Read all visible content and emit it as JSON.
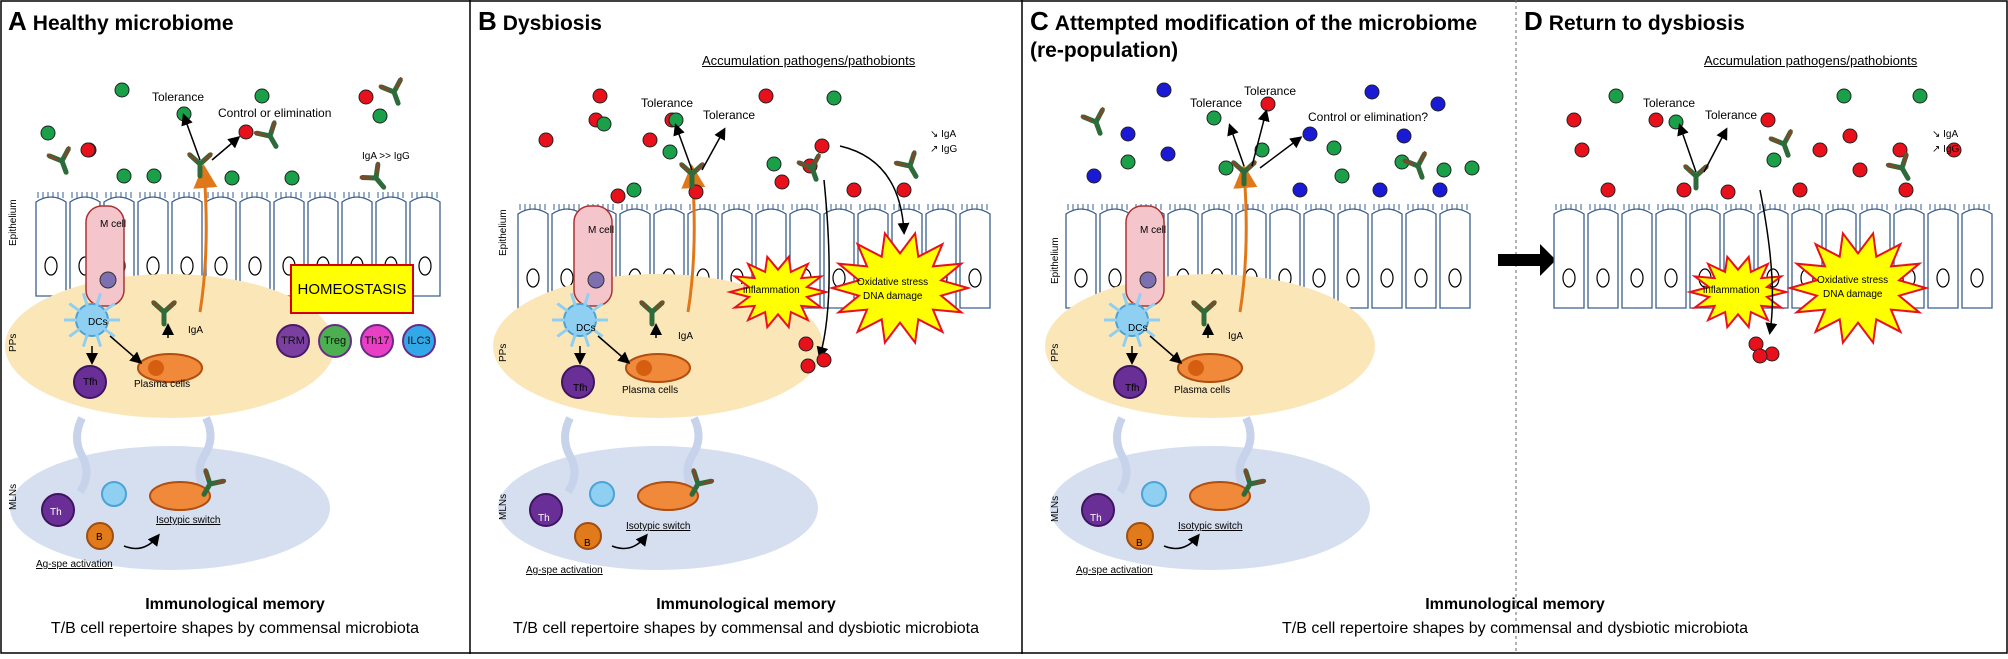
{
  "panels": {
    "a": {
      "letter": "A",
      "title": "Healthy microbiome"
    },
    "b": {
      "letter": "B",
      "title": "Dysbiosis",
      "accumulation": "Accumulation pathogens/pathobionts"
    },
    "c": {
      "letter": "C",
      "title": "Attempted modification of the microbiome",
      "title2": "(re-population)"
    },
    "d": {
      "letter": "D",
      "title": "Return to dysbiosis",
      "accumulation": "Accumulation pathogens/pathobionts"
    }
  },
  "labels": {
    "tolerance": "Tolerance",
    "control": "Control or elimination",
    "control_q": "Control or elimination?",
    "iga_igg": "IgA >> IgG",
    "iga_down": "↘ IgA",
    "igg_up": "↗ IgG",
    "epithelium": "Epithelium",
    "pps": "PPs",
    "mlns": "MLNs",
    "m_cell": "M cell",
    "dcs": "DCs",
    "iga": "IgA",
    "tfh": "Tfh",
    "plasma": "Plasma cells",
    "th": "Th",
    "b": "B",
    "isotypic": "Isotypic switch",
    "ag_spe": "Ag-spe activation",
    "homeostasis": "HOMEOSTASIS",
    "trm": "TRM",
    "treg": "Treg",
    "th17": "Th17",
    "ilc3": "ILC3",
    "inflammation": "inflammation",
    "oxidative": "Oxidative stress",
    "dna": "DNA damage"
  },
  "memory": {
    "title": "Immunological memory",
    "sub_a": "T/B cell repertoire shapes by commensal microbiota",
    "sub_b": "T/B cell repertoire shapes by commensal and dysbiotic microbiota",
    "sub_cd": "T/B cell repertoire shapes by commensal and dysbiotic microbiota"
  },
  "colors": {
    "red": "#e8101b",
    "green": "#1aa049",
    "blue": "#1a1ad6",
    "pp": "#fbe6b8",
    "mln": "#d6dff0",
    "mcell": "#f4c6cc",
    "homeostasis_fill": "#ffff00",
    "trm": "#7b3fa0",
    "treg": "#4caf50",
    "th17": "#e83fc4",
    "ilc3": "#33a8e8"
  }
}
